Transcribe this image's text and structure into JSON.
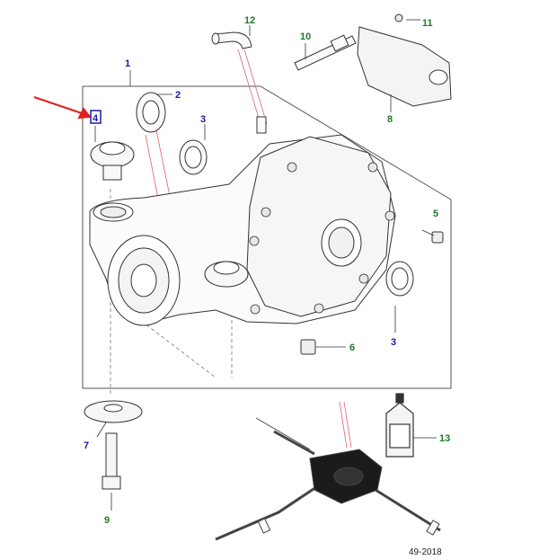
{
  "diagram": {
    "reference": "49-2018",
    "callouts": {
      "c1": "1",
      "c2": "2",
      "c3a": "3",
      "c3b": "3",
      "c4": "4",
      "c5": "5",
      "c6": "6",
      "c7": "7",
      "c8": "8",
      "c9": "9",
      "c10": "10",
      "c11": "11",
      "c12": "12",
      "c13": "13"
    },
    "colors": {
      "frame": "#555555",
      "callout_blue": "#1a1aa6",
      "callout_green": "#1d7a2a",
      "leader_red": "#e06070",
      "arrow_red": "#e02020",
      "highlight_box": "#1a1aa6"
    }
  }
}
